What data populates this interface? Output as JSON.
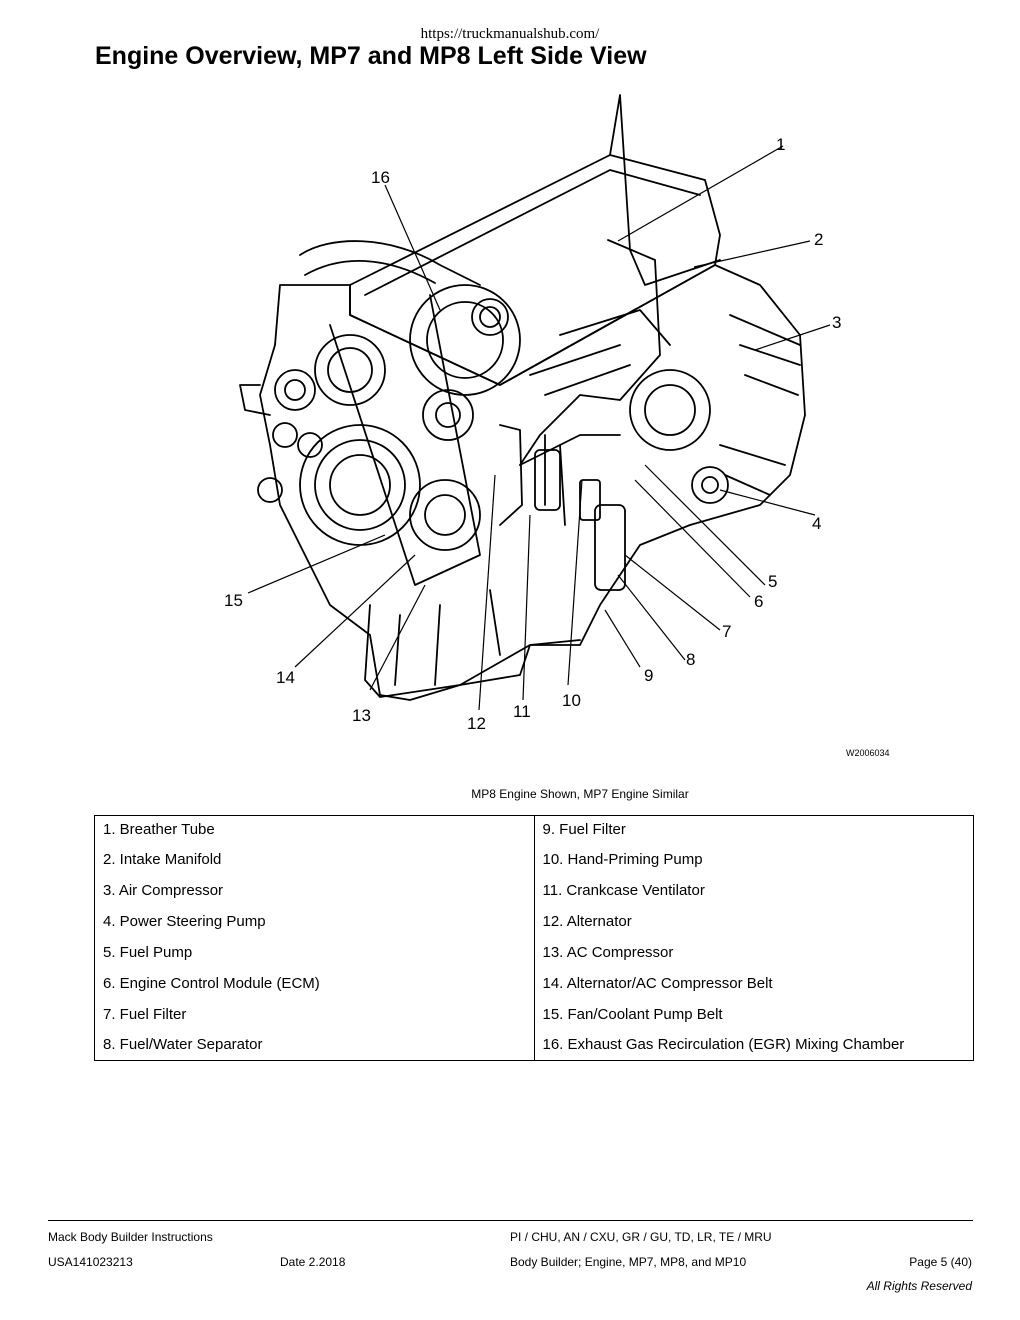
{
  "header": {
    "url": "https://truckmanualshub.com/",
    "title": "Engine Overview, MP7 and MP8 Left Side View"
  },
  "figure": {
    "code": "W2006034",
    "caption": "MP8 Engine Shown, MP7 Engine Similar",
    "callouts": [
      "1",
      "2",
      "3",
      "4",
      "5",
      "6",
      "7",
      "8",
      "9",
      "10",
      "11",
      "12",
      "13",
      "14",
      "15",
      "16"
    ]
  },
  "legend": {
    "left": [
      "1. Breather Tube",
      "2. Intake Manifold",
      "3. Air Compressor",
      "4. Power Steering Pump",
      "5. Fuel Pump",
      "6. Engine Control Module (ECM)",
      "7. Fuel Filter",
      "8. Fuel/Water Separator"
    ],
    "right": [
      "9. Fuel Filter",
      "10. Hand-Priming Pump",
      "11. Crankcase Ventilator",
      "12. Alternator",
      "13. AC Compressor",
      "14. Alternator/AC Compressor Belt",
      "15. Fan/Coolant Pump Belt",
      "16. Exhaust Gas Recirculation (EGR) Mixing Chamber"
    ]
  },
  "footer": {
    "doc_title": "Mack Body Builder Instructions",
    "doc_number": "USA141023213",
    "date": "Date 2.2018",
    "models": "PI / CHU, AN / CXU, GR / GU, TD, LR, TE / MRU",
    "subject": "Body Builder; Engine, MP7, MP8, and MP10",
    "page": "Page 5 (40)",
    "rights": "All Rights Reserved"
  }
}
